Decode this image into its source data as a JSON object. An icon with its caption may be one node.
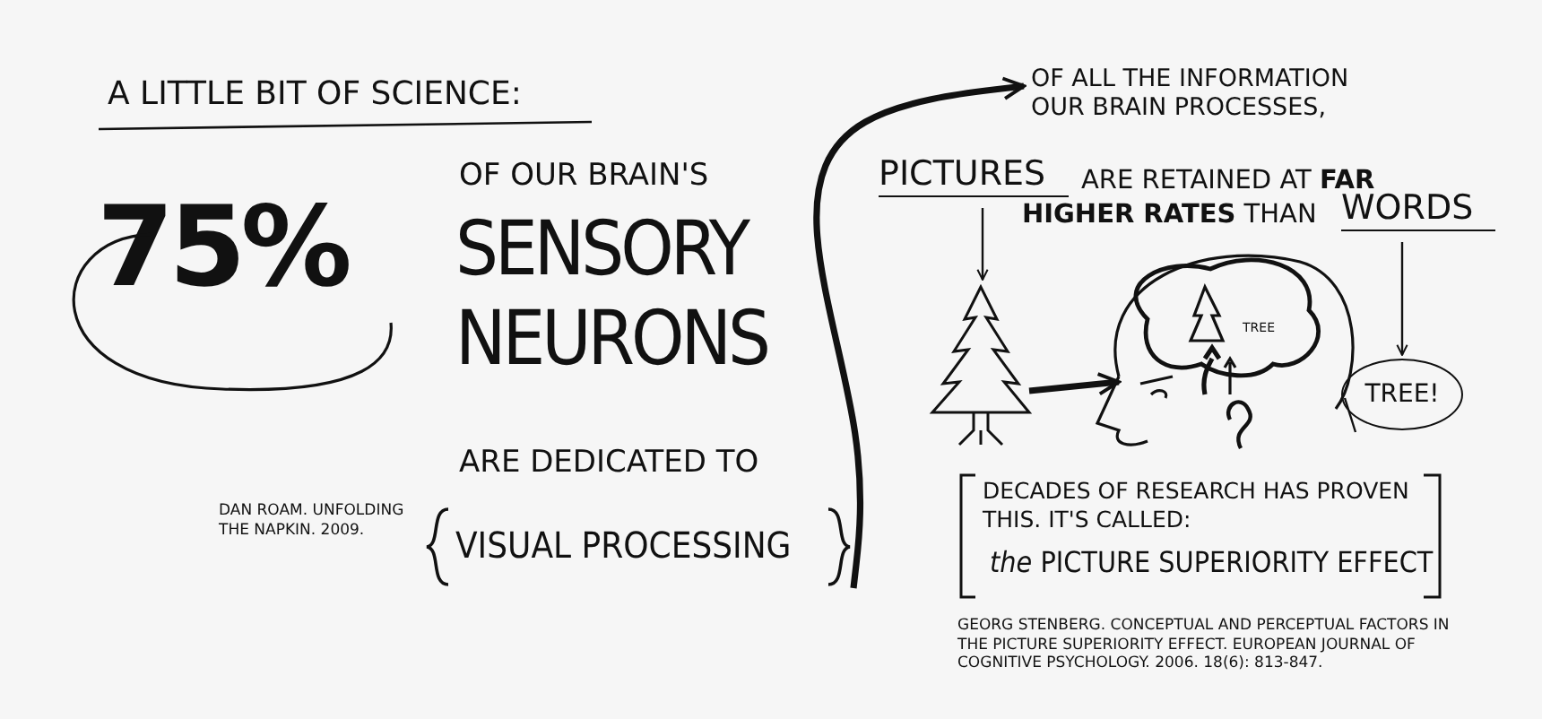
{
  "diagram": {
    "nodes": [
      {
        "text": [
          "75%"
        ]
      },
      {
        "text": [
          "VISUAL PROCESSING"
        ]
      },
      {
        "text": [
          "OF ALL THE INFORMATION OUR BRAIN PROCESSES,"
        ]
      },
      {
        "text": [
          "PICTURES"
        ]
      },
      {
        "text": [
          "WORDS"
        ]
      },
      {
        "text": [],
        "shape": "picture"
      },
      {
        "text": [],
        "shape": "picture"
      },
      {
        "text": [
          "TREE!"
        ]
      },
      {
        "text": [
          "DECADES OF RESEARCH HAS PROVEN THIS. IT'S CALLED:",
          "*the* PICTURE SUPERIORITY EFFECT"
        ]
      }
    ],
    "edges": [
      {
        "from": 1,
        "to": 2,
        "arrow": "to",
        "style": "thick"
      },
      {
        "from": 3,
        "to": 5,
        "arrow": "to"
      },
      {
        "from": 5,
        "to": 6,
        "arrow": "to",
        "style": "thick"
      },
      {
        "from": 4,
        "to": 7,
        "arrow": "to"
      },
      {
        "from": 7,
        "to": 6,
        "arrow": "none"
      }
    ],
    "labels": [
      "A LITTLE BIT OF SCIENCE:",
      "OF OUR BRAIN'S",
      "SENSORY NEURONS",
      "ARE DEDICATED TO",
      "DAN ROAM. UNFOLDING THE NAPKIN. 2009.",
      "ARE RETAINED AT **FAR**",
      "**HIGHER RATES** THAN",
      "TREE",
      "GEORG STENBERG. CONCEPTUAL AND PERCEPTUAL FACTORS IN THE PICTURE SUPERIORITY EFFECT. EUROPEAN JOURNAL OF COGNITIVE PSYCHOLOGY. 2006. 18(6): 813-847."
    ]
  }
}
